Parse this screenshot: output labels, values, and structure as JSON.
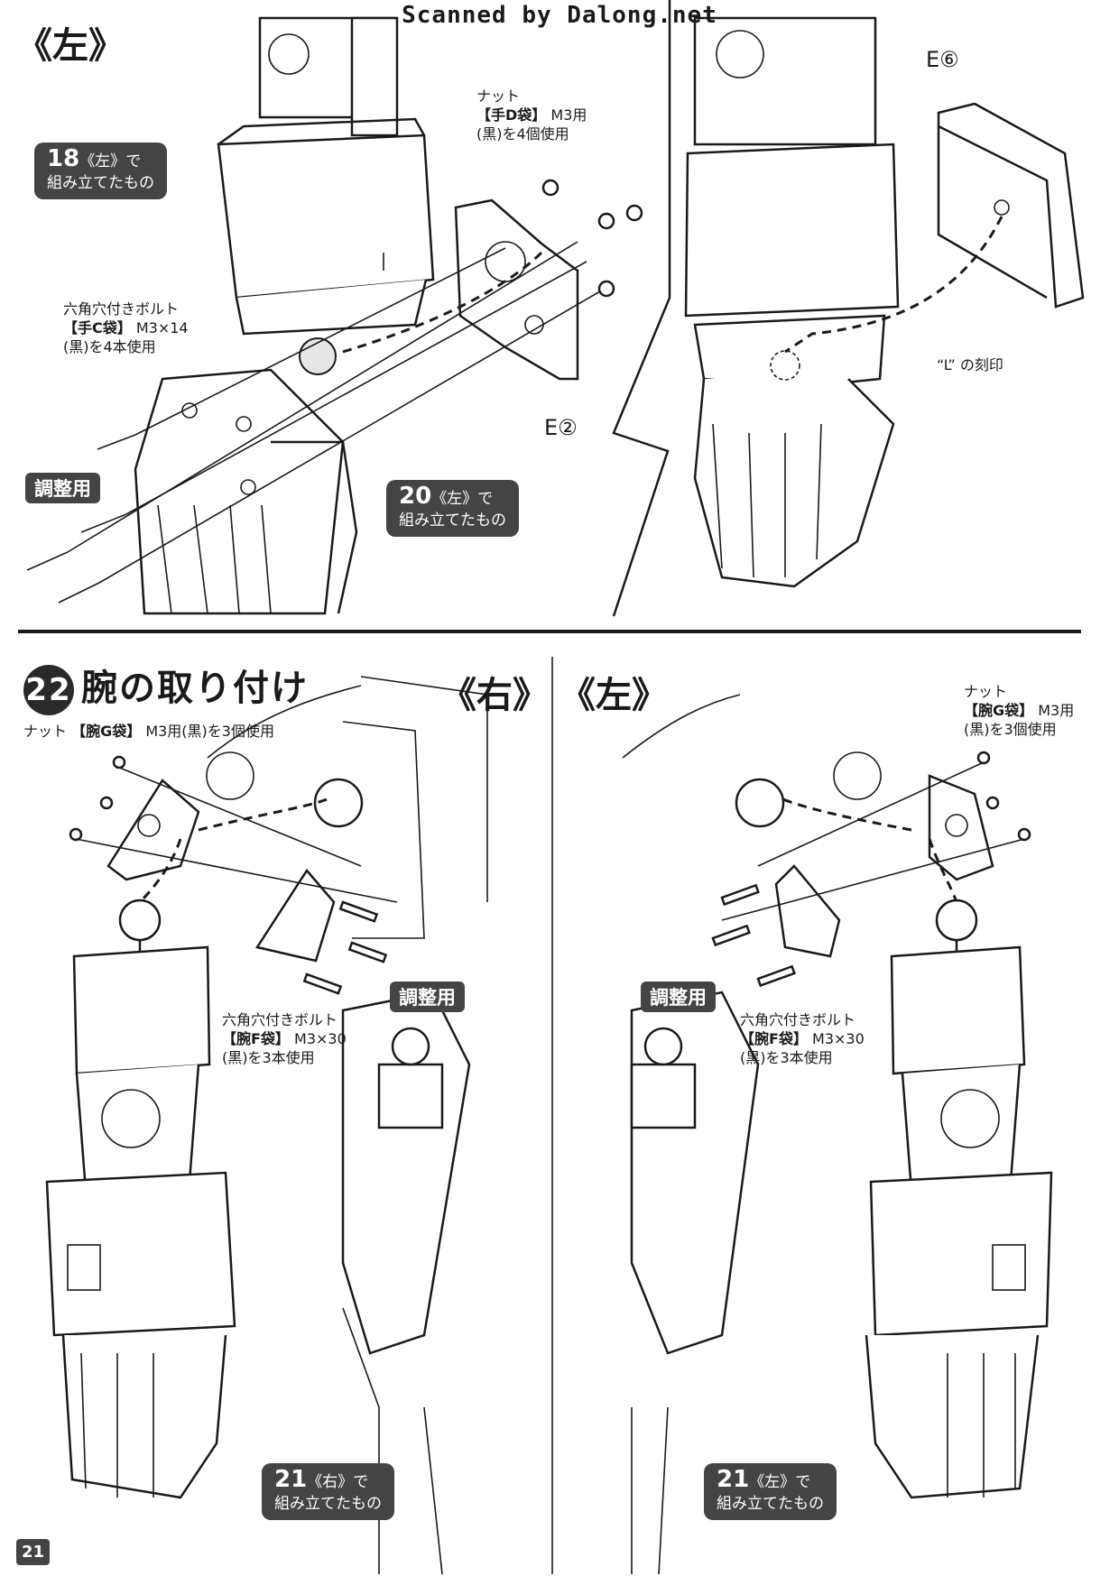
{
  "header": {
    "scan_credit": "Scanned by Dalong.net"
  },
  "top_left": {
    "side_tag": "《左》",
    "callout_18": {
      "num": "18",
      "side": "《左》",
      "suffix": "で",
      "line2": "組み立てたもの"
    },
    "nut_label": {
      "line1": "ナット",
      "bag": "【手D袋】",
      "line2_rest": " M3用",
      "line3": "(黒)を4個使用"
    },
    "bolt_label": {
      "line1": "六角穴付きボルト",
      "bag": "【手C袋】",
      "line2_rest": " M3×14",
      "line3": "(黒)を4本使用"
    },
    "adjust_label": "調整用",
    "part_e2": "E②",
    "callout_20": {
      "num": "20",
      "side": "《左》",
      "suffix": "で",
      "line2": "組み立てたもの"
    }
  },
  "top_right": {
    "part_e6": "E⑥",
    "mark_label": "“L” の刻印"
  },
  "step22": {
    "number": "22",
    "title": "腕の取り付け",
    "right_tag": "《右》",
    "left_tag": "《左》",
    "right_panel": {
      "nut_label": {
        "prefix": "ナット ",
        "bag": "【腕G袋】",
        "rest": " M3用(黒)を3個使用"
      },
      "adjust_label": "調整用",
      "bolt_label": {
        "line1": "六角穴付きボルト",
        "bag": "【腕F袋】",
        "line2_rest": " M3×30",
        "line3": "(黒)を3本使用"
      },
      "callout_21": {
        "num": "21",
        "side": "《右》",
        "suffix": "で",
        "line2": "組み立てたもの"
      }
    },
    "left_panel": {
      "nut_label": {
        "line1": "ナット",
        "bag": "【腕G袋】",
        "line2_rest": " M3用",
        "line3": "(黒)を3個使用"
      },
      "adjust_label": "調整用",
      "bolt_label": {
        "line1": "六角穴付きボルト",
        "bag": "【腕F袋】",
        "line2_rest": " M3×30",
        "line3": "(黒)を3本使用"
      },
      "callout_21": {
        "num": "21",
        "side": "《左》",
        "suffix": "で",
        "line2": "組み立てたもの"
      }
    }
  },
  "footer": {
    "page_number": "21"
  }
}
